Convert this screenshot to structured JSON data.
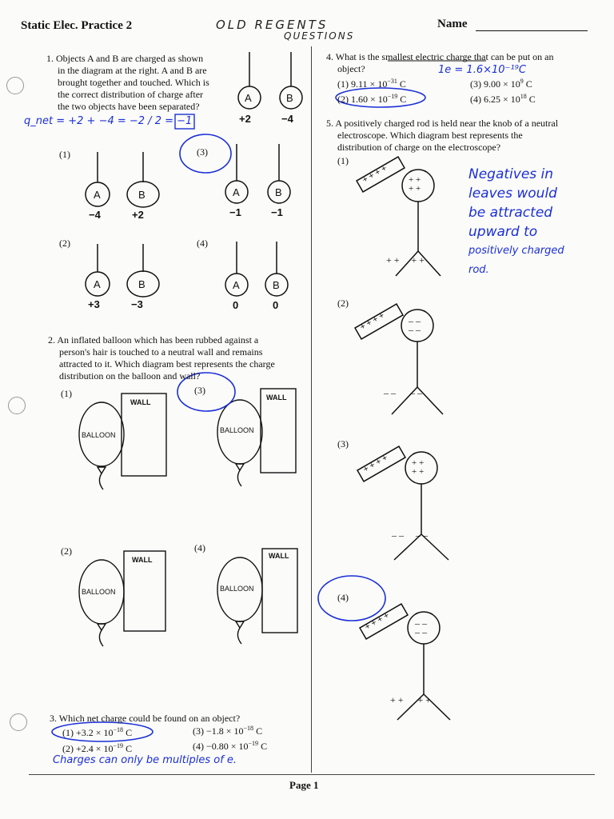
{
  "header": {
    "title": "Static Elec. Practice",
    "title_mark": "2",
    "handwritten_title_line1": "OLD REGENTS",
    "handwritten_title_line2": "QUESTIONS",
    "name_label": "Name"
  },
  "q1": {
    "text_lines": [
      "1. Objects A and B are charged as shown",
      "in the diagram at the right. A and B are",
      "brought together and touched. Which is",
      "the correct distribution of charge after",
      "the two objects have been separated?"
    ],
    "initial_a_label": "A",
    "initial_b_label": "B",
    "initial_a_charge": "+2",
    "initial_b_charge": "−4",
    "handwritten_work": "q_net = +2 + −4 = −2 / 2 = −1",
    "options": [
      {
        "num": "(1)",
        "a": "A",
        "b": "B",
        "a_charge": "−4",
        "b_charge": "+2"
      },
      {
        "num": "(3)",
        "a": "A",
        "b": "B",
        "a_charge": "−1",
        "b_charge": "−1"
      },
      {
        "num": "(2)",
        "a": "A",
        "b": "B",
        "a_charge": "+3",
        "b_charge": "−3"
      },
      {
        "num": "(4)",
        "a": "A",
        "b": "B",
        "a_charge": "0",
        "b_charge": "0"
      }
    ]
  },
  "q2": {
    "text_lines": [
      "2. An inflated balloon which has been rubbed against a",
      "person's hair is touched to a neutral wall and remains",
      "attracted to it. Which diagram best represents the charge",
      "distribution on the balloon and wall?"
    ],
    "balloon_label": "BALLOON",
    "wall_label": "WALL",
    "option_nums": [
      "(1)",
      "(3)",
      "(2)",
      "(4)"
    ]
  },
  "q3": {
    "text": "3. Which net charge could be found on an object?",
    "options": [
      {
        "num": "(1)",
        "value": "+3.2 × 10",
        "exp": "−18",
        "unit": "C"
      },
      {
        "num": "(3)",
        "value": "−1.8 × 10",
        "exp": "−18",
        "unit": "C"
      },
      {
        "num": "(2)",
        "value": "+2.4 × 10",
        "exp": "−19",
        "unit": "C"
      },
      {
        "num": "(4)",
        "value": "−0.80 × 10",
        "exp": "−19",
        "unit": "C"
      }
    ],
    "handwritten_note": "Charges can only be multiples of e."
  },
  "q4": {
    "text_lines": [
      "4. What is the smallest electric charge that can be put on an",
      "object?"
    ],
    "handwritten_note": "1e = 1.6×10⁻¹⁹C",
    "options": [
      {
        "num": "(1)",
        "value": "9.11 × 10",
        "exp": "−31",
        "unit": "C"
      },
      {
        "num": "(3)",
        "value": "9.00 × 10",
        "exp": "9",
        "unit": "C"
      },
      {
        "num": "(2)",
        "value": "1.60 × 10",
        "exp": "−19",
        "unit": "C"
      },
      {
        "num": "(4)",
        "value": "6.25 × 10",
        "exp": "18",
        "unit": "C"
      }
    ]
  },
  "q5": {
    "text_lines": [
      "5. A positively charged rod is held near the knob of a neutral",
      "electroscope. Which diagram best represents the",
      "distribution of charge on the electroscope?"
    ],
    "option_nums": [
      "(1)",
      "(2)",
      "(3)",
      "(4)"
    ],
    "rod_charges": "+ + + +",
    "handwritten_note_lines": [
      "Negatives in",
      "leaves would",
      "be attracted",
      "upward to",
      "positively charged",
      "rod."
    ]
  },
  "footer": {
    "page": "Page 1"
  }
}
